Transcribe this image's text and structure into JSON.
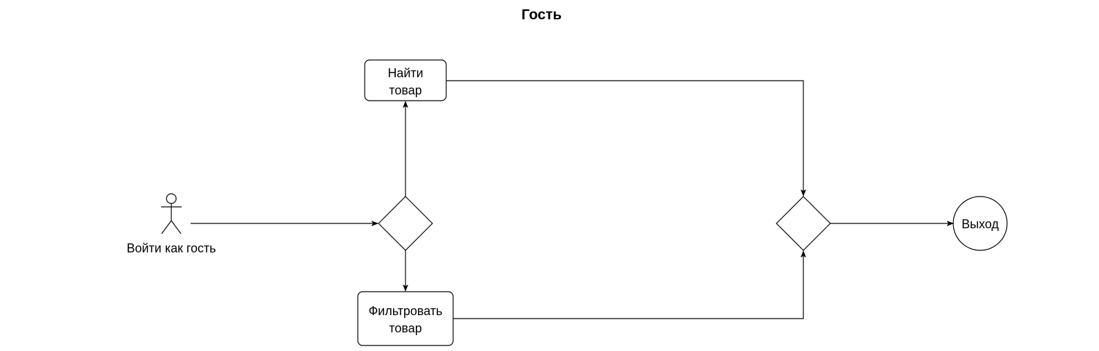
{
  "diagram": {
    "title": "Гость",
    "actor": {
      "label": "Войти как гость"
    },
    "nodes": {
      "find_product": {
        "line1": "Найти",
        "line2": "товар"
      },
      "filter_product": {
        "line1": "Фильтровать",
        "line2": "товар"
      },
      "exit": {
        "label": "Выход"
      }
    },
    "colors": {
      "stroke": "#000000",
      "fill": "#ffffff",
      "text": "#000000"
    }
  }
}
